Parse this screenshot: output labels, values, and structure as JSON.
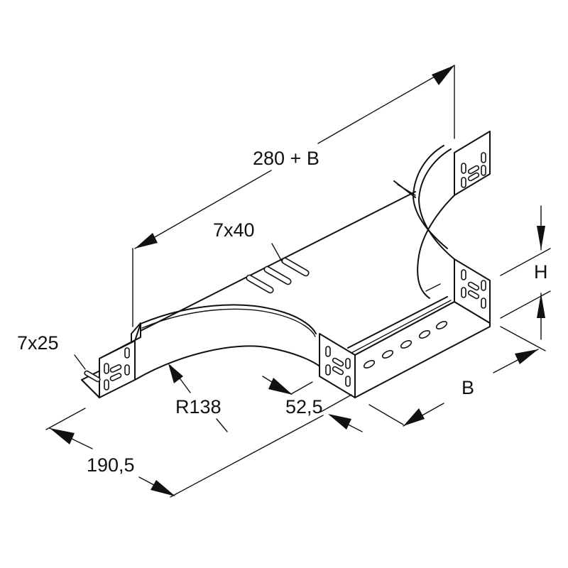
{
  "drawing": {
    "subject": "cable tray tee / reducer piece, isometric technical drawing",
    "colors": {
      "line": "#111111",
      "background": "#ffffff"
    }
  },
  "dimensions": {
    "overall_length": "280 + B",
    "slot_top": "7x40",
    "slot_end": "7x25",
    "radius": "R138",
    "offset": "52,5",
    "length_left": "190,5",
    "height": "H",
    "width": "B"
  }
}
